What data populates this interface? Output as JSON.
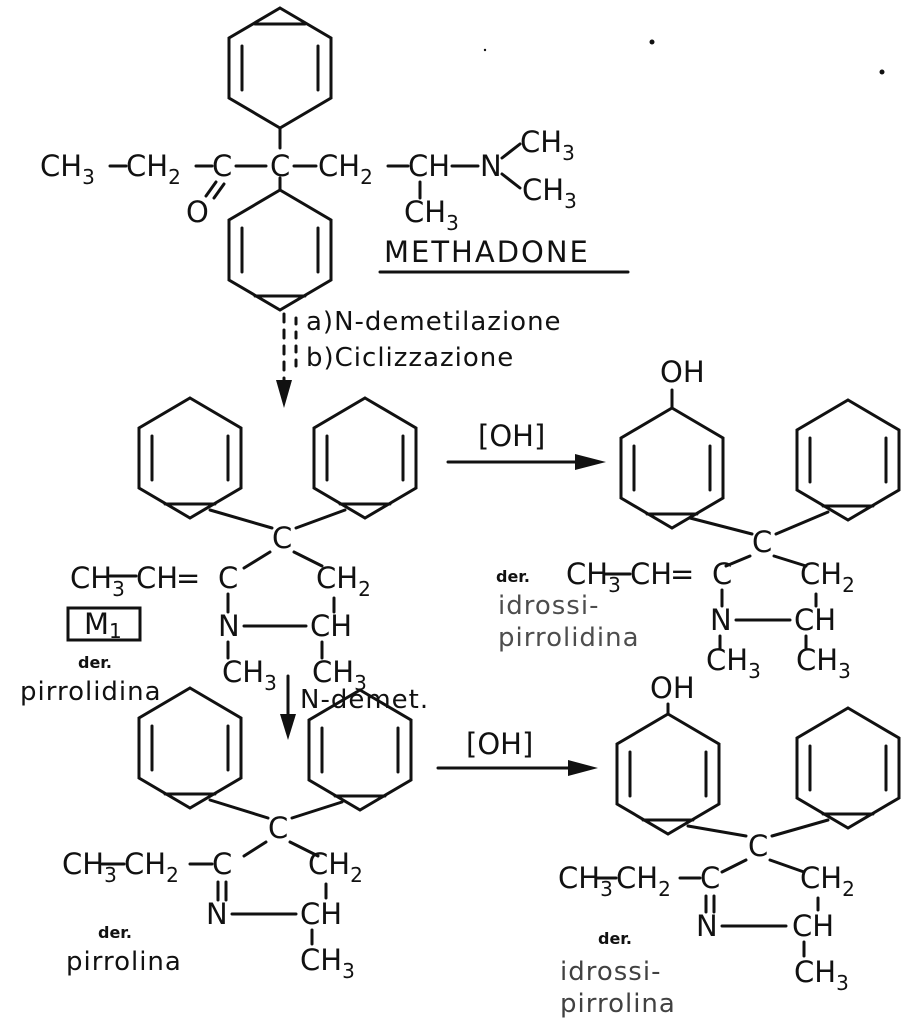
{
  "colors": {
    "ink": "#111111",
    "background": "#ffffff"
  },
  "methadone": {
    "name": "METHADONE",
    "ch3": "CH",
    "ch2": "CH",
    "c": "C",
    "o": "O",
    "ch": "CH",
    "n": "N",
    "sub3": "3",
    "sub2": "2"
  },
  "step1": {
    "a": "a)N-demetilazione",
    "b": "b)Ciclizzazione"
  },
  "oxidant": "[OH]",
  "demet": "N-demet.",
  "m1": {
    "badge": "M",
    "badge_sub": "1",
    "der": "der.",
    "name": "pirrolidina"
  },
  "hydroxy_pyrrolidine": {
    "oh": "OH",
    "der": "der.",
    "name1": "idrossi-",
    "name2": "pirrolidina"
  },
  "pyrroline": {
    "der": "der.",
    "name": "pirrolina"
  },
  "hydroxy_pyrroline": {
    "oh": "OH",
    "der": "der.",
    "name1": "idrossi-",
    "name2": "pirrolina"
  },
  "atoms": {
    "c": "C",
    "n": "N",
    "ch": "CH",
    "ch2": "CH",
    "ch3": "CH",
    "sub2": "2",
    "sub3": "3",
    "eq": "="
  }
}
